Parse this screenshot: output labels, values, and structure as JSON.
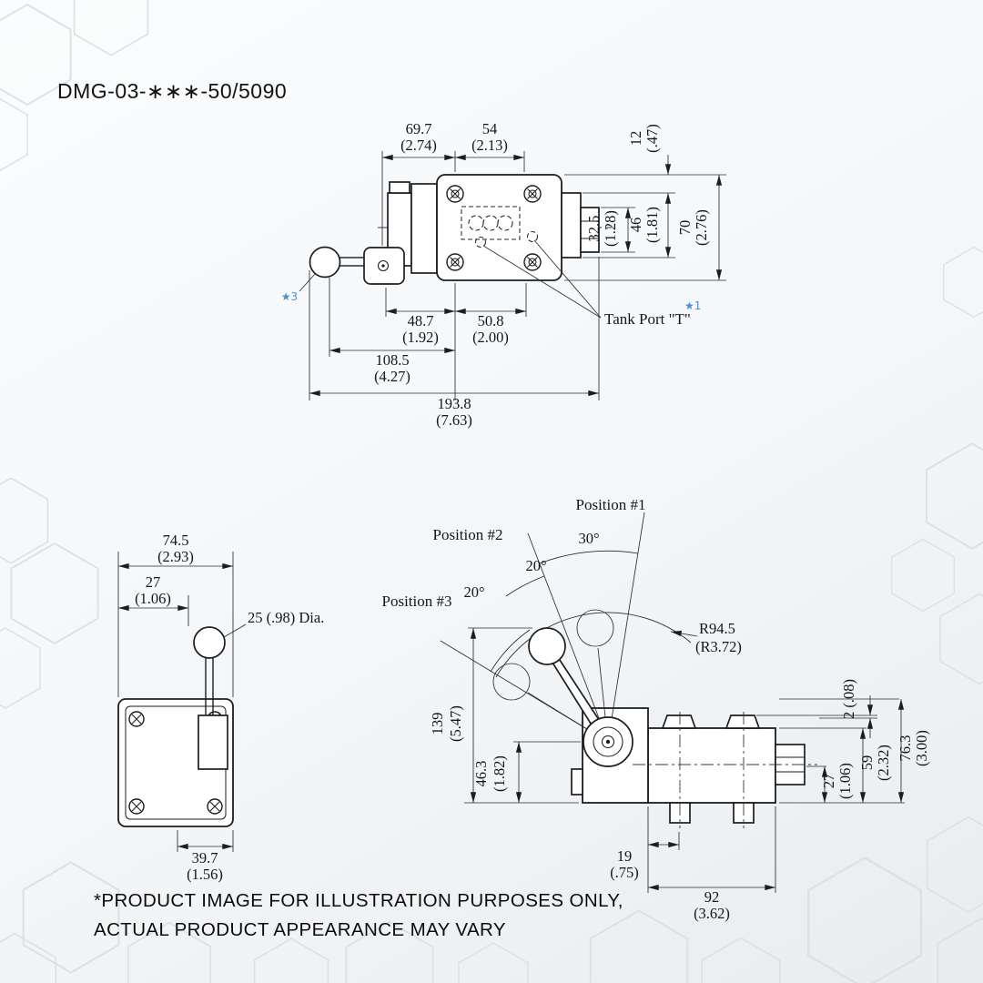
{
  "page": {
    "title": "DMG-03-∗∗∗-50/5090",
    "footer_line1": "*PRODUCT IMAGE FOR ILLUSTRATION PURPOSES ONLY,",
    "footer_line2": "ACTUAL PRODUCT APPEARANCE MAY VARY"
  },
  "top_view": {
    "tank_port_label": "Tank Port \"T\"",
    "note_star_1": "★1",
    "note_star_3": "★3",
    "dims": {
      "width_a": {
        "mm": "69.7",
        "in": "(2.74)"
      },
      "width_b": {
        "mm": "54",
        "in": "(2.13)"
      },
      "step": {
        "mm": "12",
        "in": "(.47)"
      },
      "port_height": {
        "mm": "32.5",
        "in": "(1.28)"
      },
      "plate_height": {
        "mm": "46",
        "in": "(1.81)"
      },
      "body_height": {
        "mm": "70",
        "in": "(2.76)"
      },
      "lower_a": {
        "mm": "48.7",
        "in": "(1.92)"
      },
      "lower_b": {
        "mm": "50.8",
        "in": "(2.00)"
      },
      "lever_reach": {
        "mm": "108.5",
        "in": "(4.27)"
      },
      "overall_length": {
        "mm": "193.8",
        "in": "(7.63)"
      }
    }
  },
  "front_view": {
    "dims": {
      "width": {
        "mm": "74.5",
        "in": "(2.93)"
      },
      "lever_offset": {
        "mm": "27",
        "in": "(1.06)"
      },
      "knob_dia": "25 (.98) Dia.",
      "base_width": {
        "mm": "39.7",
        "in": "(1.56)"
      }
    }
  },
  "side_view": {
    "position_1": "Position #1",
    "position_2": "Position #2",
    "position_3": "Position #3",
    "angle_a": "30°",
    "angle_b": "20°",
    "angle_c": "20°",
    "radius_mm": "R94.5",
    "radius_in": "(R3.72)",
    "dims": {
      "lever_height": {
        "mm": "139",
        "in": "(5.47)"
      },
      "pivot_height": {
        "mm": "46.3",
        "in": "(1.82)"
      },
      "plate_step": "2 (.08)",
      "overall_height": {
        "mm": "76.3",
        "in": "(3.00)"
      },
      "nut_height": {
        "mm": "59",
        "in": "(2.32)"
      },
      "port_offset": {
        "mm": "27",
        "in": "(1.06)"
      },
      "port_a_offset": {
        "mm": "19",
        "in": "(.75)"
      },
      "base_width": {
        "mm": "92",
        "in": "(3.62)"
      }
    }
  }
}
